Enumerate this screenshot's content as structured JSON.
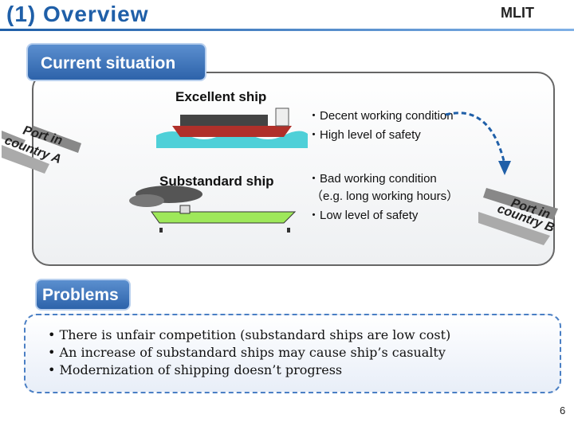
{
  "header": {
    "title": "(1) Overview",
    "logo_text": "MLIT"
  },
  "current_situation": {
    "heading": "Current situation",
    "excellent_ship_label": "Excellent ship",
    "excellent_points": [
      "・Decent working condition",
      "・High level of safety"
    ],
    "substandard_ship_label": "Substandard ship",
    "substandard_points": [
      "・Bad working condition",
      "（e.g. long working hours）",
      "・Low level of safety"
    ],
    "port_a": {
      "line1": "Port in",
      "line2": "country A"
    },
    "port_b": {
      "line1": "Port in",
      "line2": "country B"
    }
  },
  "problems": {
    "heading": "Problems",
    "items": [
      "• There is unfair competition (substandard ships are low cost)",
      "• An increase of substandard ships may cause ship’s casualty",
      "• Modernization of shipping doesn’t progress"
    ]
  },
  "footer": {
    "page_number": "6"
  },
  "colors": {
    "accent": "#1f5fa8",
    "pill": "#2d63aa",
    "sea": "#4fd0d8",
    "sub_ship": "#9ee85a"
  }
}
